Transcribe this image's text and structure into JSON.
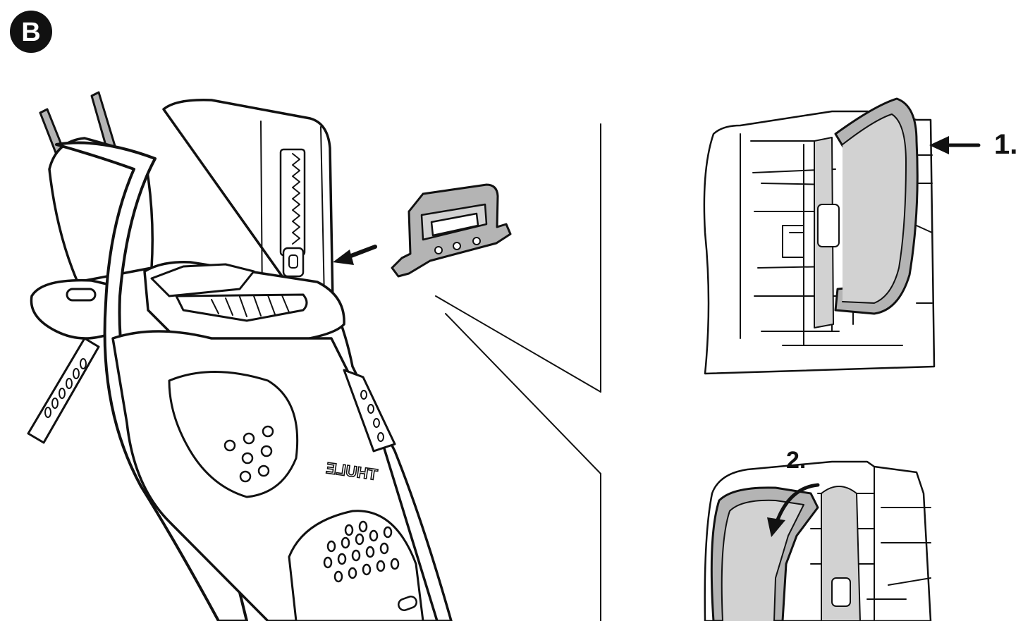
{
  "step_badge": {
    "letter": "B"
  },
  "callouts": {
    "step_1": "1.",
    "step_2": "2."
  },
  "seat_logo": "THULE",
  "colors": {
    "ink": "#111111",
    "part_gray": "#b4b4b4",
    "background": "#ffffff"
  },
  "icons": [
    "arrow-left-icon",
    "curved-arrow-down-icon"
  ]
}
